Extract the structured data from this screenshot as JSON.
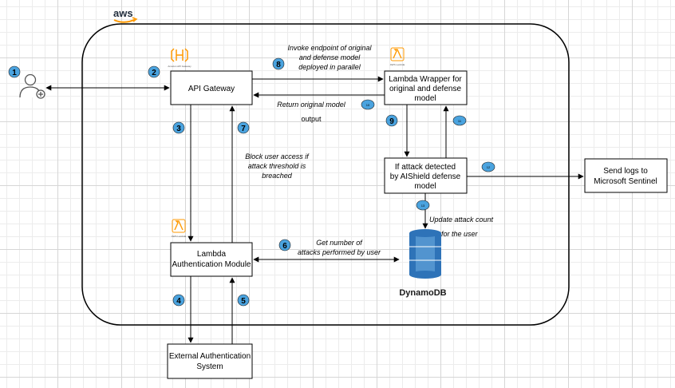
{
  "aws_logo": "aws",
  "boxes": {
    "api_gateway": "API Gateway",
    "lambda_wrapper": [
      "Lambda Wrapper for",
      "original and defense",
      "model"
    ],
    "attack_detect": [
      "If attack detected",
      "by AIShield defense",
      "model"
    ],
    "sentinel": [
      "Send logs to",
      "Microsoft Sentinel"
    ],
    "auth_module": [
      "Lambda",
      "Authentication Module"
    ],
    "ext_auth": [
      "External Authentication",
      "System"
    ]
  },
  "labels": {
    "invoke": [
      "Invoke endpoint of original",
      "and defense model",
      "deployed in parallel"
    ],
    "return_output": [
      "Return original model",
      "output"
    ],
    "block": [
      "Block user access if",
      "attack threshold is",
      "breached"
    ],
    "get_attacks": [
      "Get number of",
      "attacks performed by user"
    ],
    "update_count": [
      "Update attack count",
      "for the user"
    ],
    "dynamodb": "DynamoDB"
  },
  "icon_captions": {
    "api_gateway": "Amazon API Gateway",
    "lambda_wrapper": "AWS Lambda",
    "auth_module": "AWS Lambda"
  },
  "badges": {
    "b1": "1",
    "b2": "2",
    "b3": "3",
    "b4": "4",
    "b5": "5",
    "b6": "6",
    "b7": "7",
    "b8": "8",
    "b9": "9",
    "b10": "10",
    "b11": "11",
    "b12": "12",
    "b13": "13"
  },
  "colors": {
    "badge": "#4aa3df",
    "aws_orange": "#ff9900",
    "dynamo_dark": "#2e73b8",
    "dynamo_light": "#5294cf"
  }
}
